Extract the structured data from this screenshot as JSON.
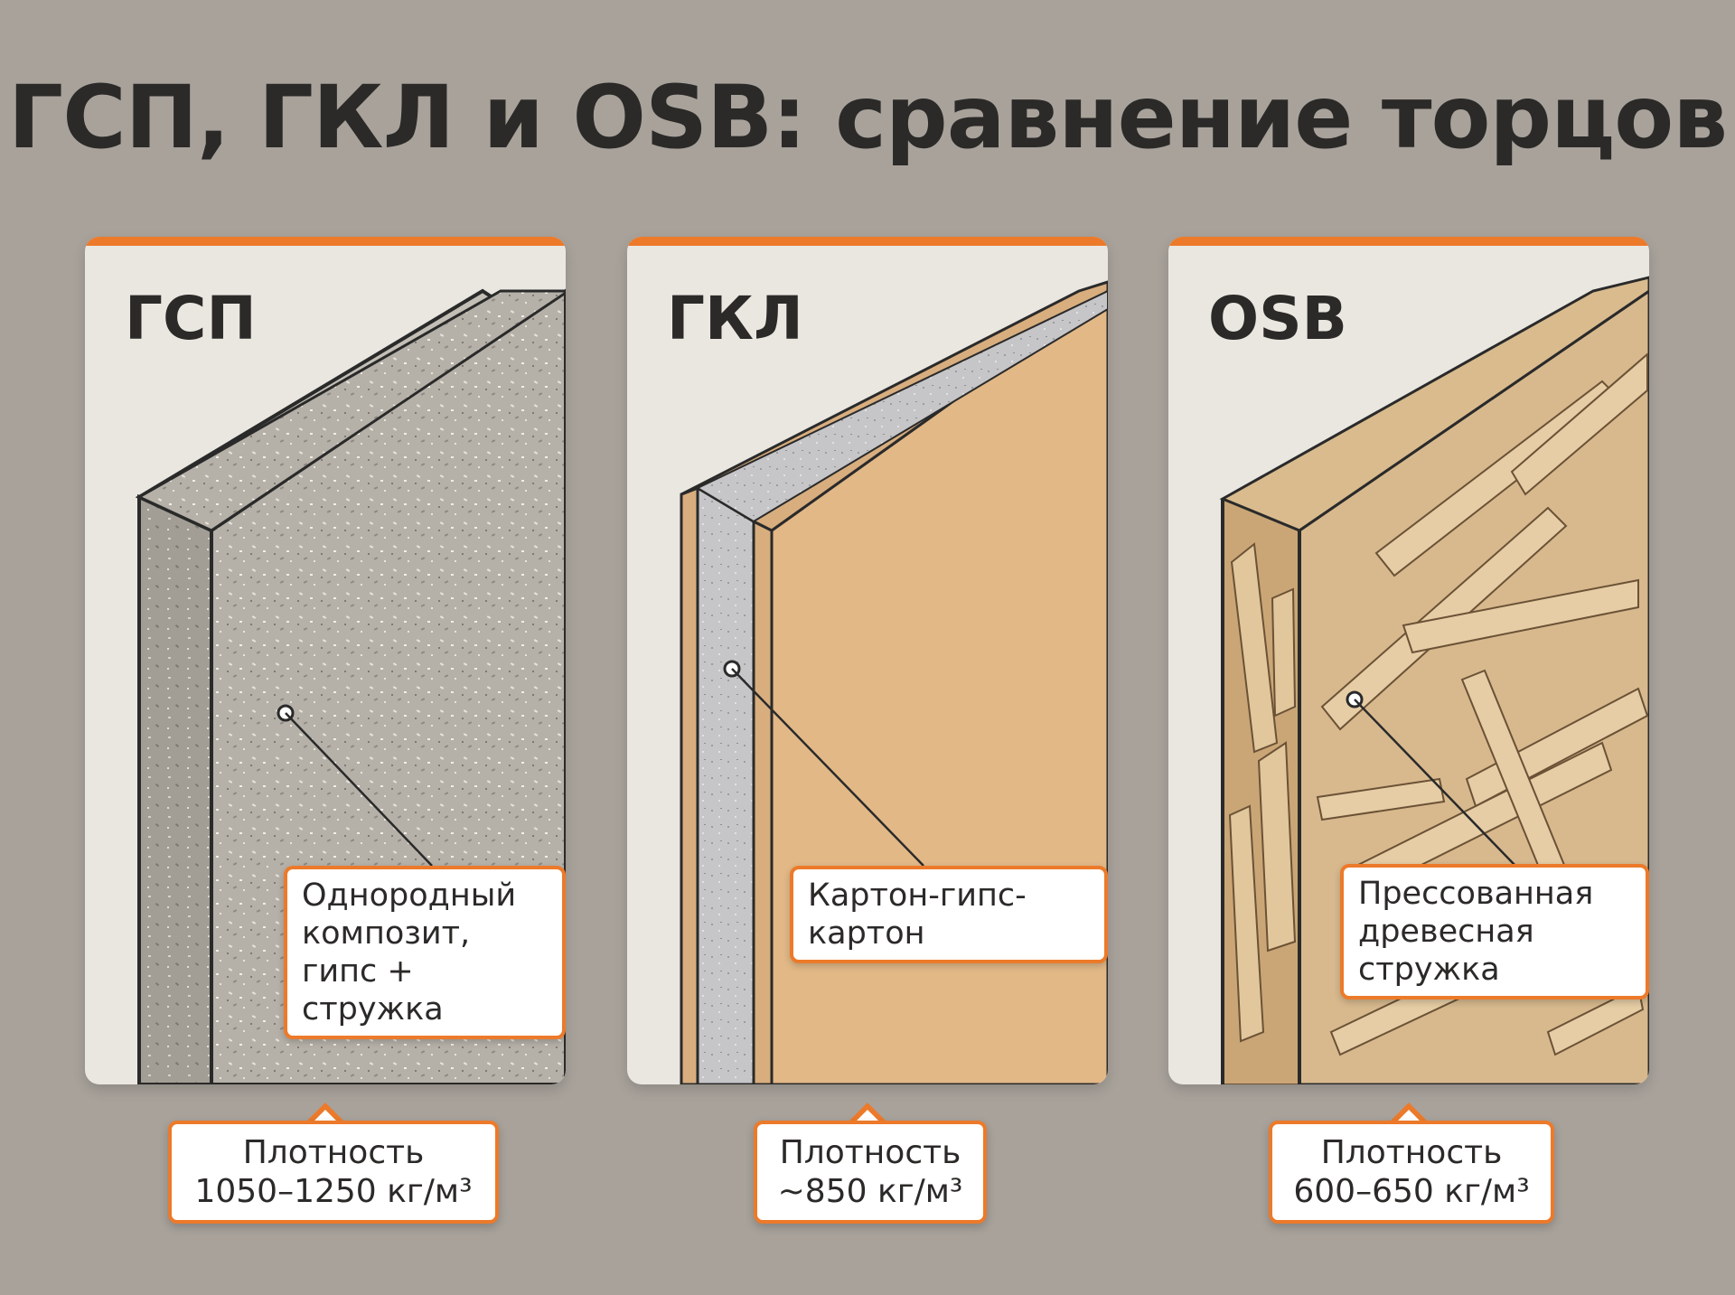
{
  "title": "ГСП, ГКЛ и OSB: сравнение торцов",
  "colors": {
    "accent": "#ec7a2a",
    "background": "#a8a29b",
    "card": "#eae7e1"
  },
  "panels": [
    {
      "name": "ГСП",
      "callout": [
        "Однородный",
        "композит,",
        "гипс + стружка"
      ],
      "density": [
        "Плотность",
        "1050–1250 кг/м³"
      ]
    },
    {
      "name": "ГКЛ",
      "callout": [
        "Картон-гипс-картон"
      ],
      "density": [
        "Плотность",
        "~850 кг/м³"
      ]
    },
    {
      "name": "OSB",
      "callout": [
        "Прессованная",
        "древесная стружка"
      ],
      "density": [
        "Плотность",
        "600–650 кг/м³"
      ]
    }
  ]
}
